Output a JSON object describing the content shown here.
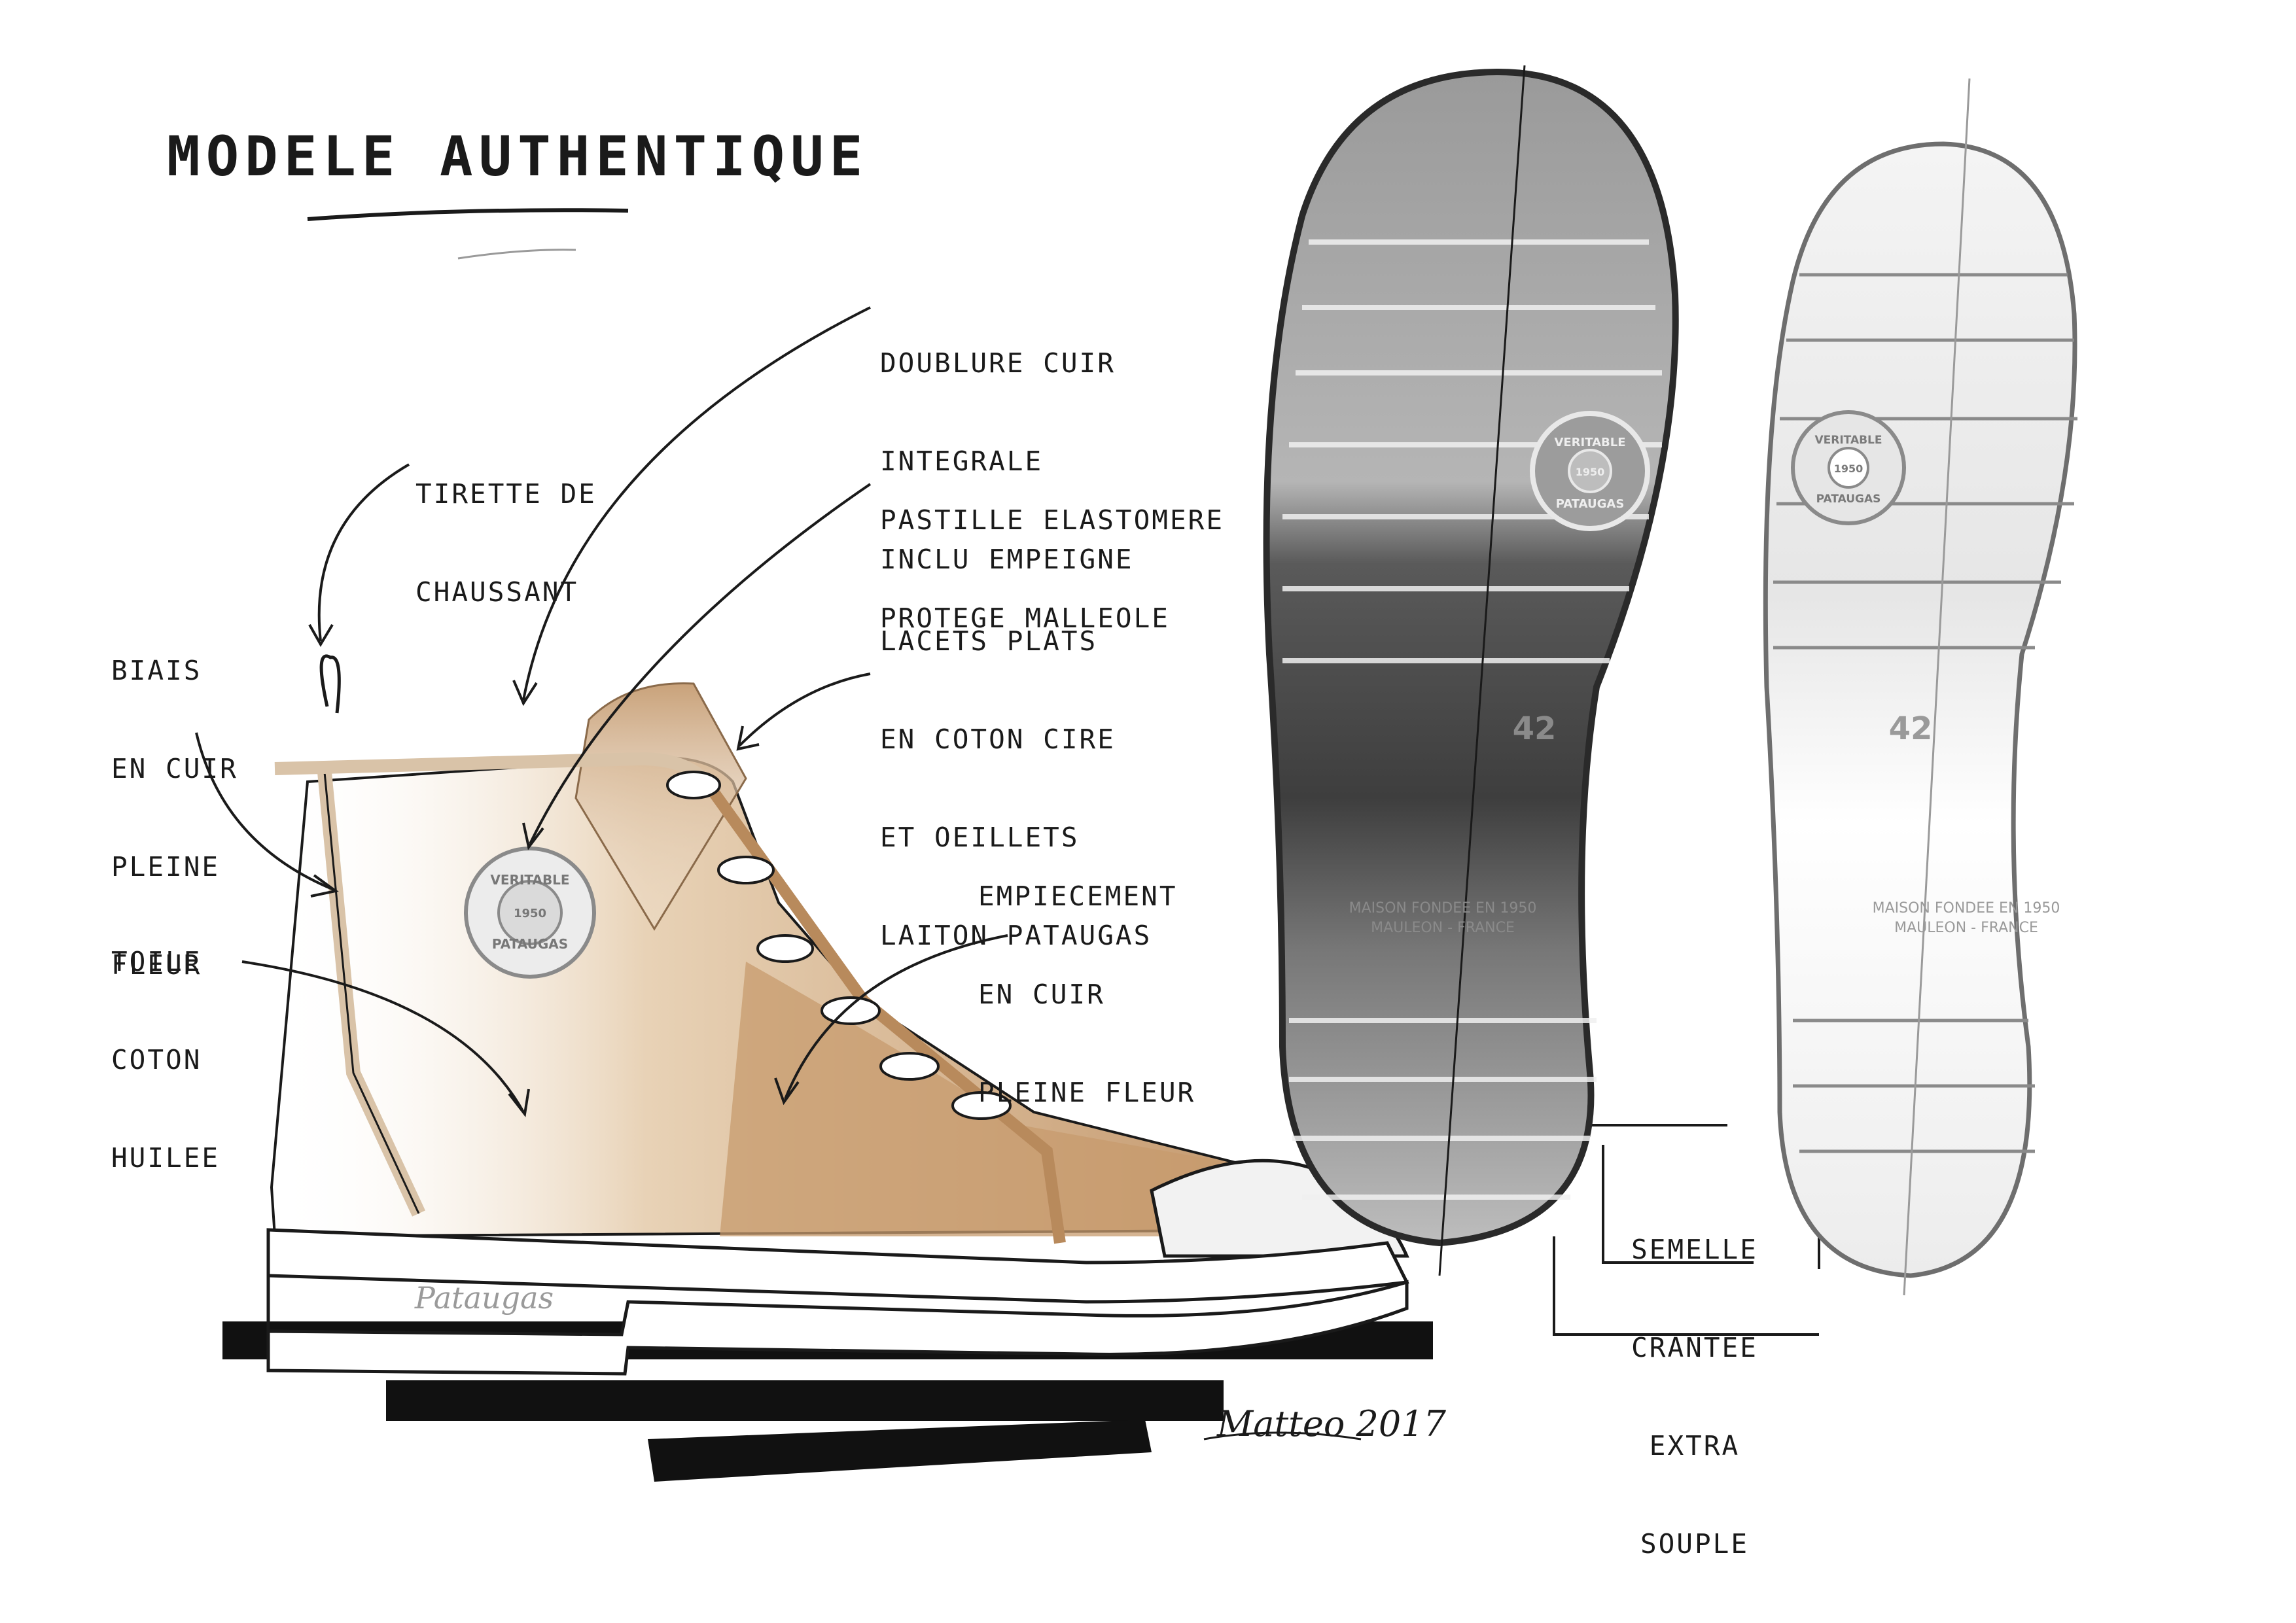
{
  "title": "MODELE AUTHENTIQUE",
  "callouts": {
    "tirette": [
      "TIRETTE DE",
      "CHAUSSANT"
    ],
    "doublure": [
      "DOUBLURE CUIR",
      "INTEGRALE",
      "INCLU EMPEIGNE"
    ],
    "pastille": [
      "PASTILLE ELASTOMERE",
      "PROTEGE MALLEOLE"
    ],
    "lacets": [
      "LACETS PLATS",
      "EN COTON CIRE",
      "ET OEILLETS",
      "LAITON PATAUGAS"
    ],
    "biais": [
      "BIAIS",
      "EN CUIR",
      "PLEINE",
      "FLEUR"
    ],
    "toile": [
      "TOILE",
      "COTON",
      "HUILEE"
    ],
    "empiecement": [
      "EMPIECEMENT",
      "EN CUIR",
      "PLEINE FLEUR"
    ],
    "semelle": [
      "SEMELLE",
      "CRANTEE",
      "EXTRA",
      "SOUPLE"
    ]
  },
  "badge": {
    "top": "VERITABLE",
    "year": "1950",
    "bottom": "PATAUGAS"
  },
  "brand_script": "Pataugas",
  "sole": {
    "size": "42",
    "imprint_line1": "MAISON FONDEE EN 1950",
    "imprint_line2": "MAULEON - FRANCE"
  },
  "signature": "Matteo 2017",
  "colors": {
    "leather_light": "#e9d5bd",
    "leather_mid": "#d2aa80",
    "leather_dark": "#b88a5c",
    "outline": "#1a1a1a",
    "sole_dark": "#3b3b3b",
    "sole_grey": "#a3a3a3",
    "sole_light": "#d9d9d9"
  }
}
